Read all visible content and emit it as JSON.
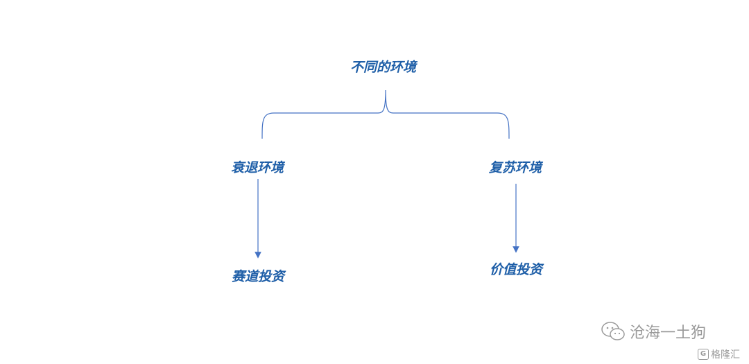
{
  "diagram": {
    "root": "不同的环境",
    "left": {
      "label": "衰退环境",
      "leaf": "赛道投资"
    },
    "right": {
      "label": "复苏环境",
      "leaf": "价值投资"
    }
  },
  "watermark": {
    "text": "沧海一土狗",
    "sublogo_text": "格隆汇"
  },
  "colors": {
    "text": "#1f5fa8",
    "lines": "#4472c4",
    "watermark": "#9a9a9a"
  }
}
